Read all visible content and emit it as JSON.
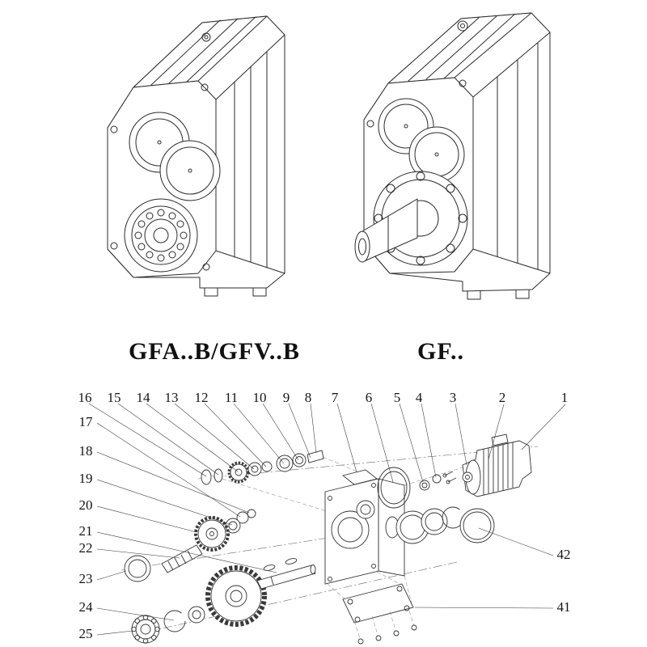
{
  "models": {
    "left": {
      "label": "GFA..B/GFV..B"
    },
    "right": {
      "label": "GF.."
    }
  },
  "exploded": {
    "top_row": [
      "16",
      "15",
      "14",
      "13",
      "12",
      "11",
      "10",
      "9",
      "8",
      "7",
      "6",
      "5",
      "4",
      "3",
      "2",
      "1"
    ],
    "left_column": [
      "17",
      "18",
      "19",
      "20",
      "21",
      "22",
      "23",
      "24",
      "25"
    ],
    "right_column": [
      "42",
      "41"
    ]
  },
  "colors": {
    "background": "#ffffff",
    "line": "#2b2b2b"
  }
}
